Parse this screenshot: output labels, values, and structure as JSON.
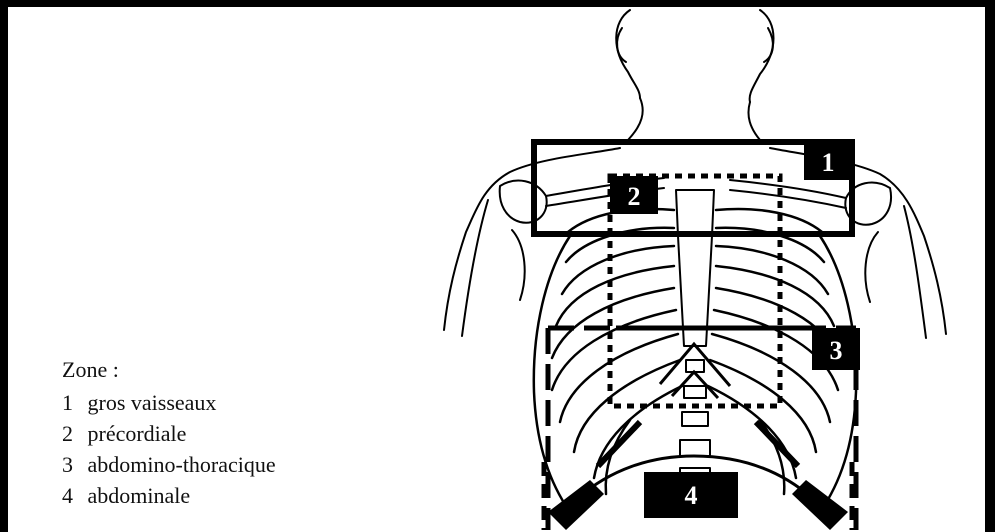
{
  "legend": {
    "title": "Zone :",
    "items": [
      {
        "number": "1",
        "label": "gros vaisseaux"
      },
      {
        "number": "2",
        "label": "précordiale"
      },
      {
        "number": "3",
        "label": "abdomino-thoracique"
      },
      {
        "number": "4",
        "label": "abdominale"
      }
    ]
  },
  "zones": {
    "z1": "1",
    "z2": "2",
    "z3": "3",
    "z4": "4"
  },
  "colors": {
    "ink": "#000000",
    "background": "#ffffff"
  }
}
